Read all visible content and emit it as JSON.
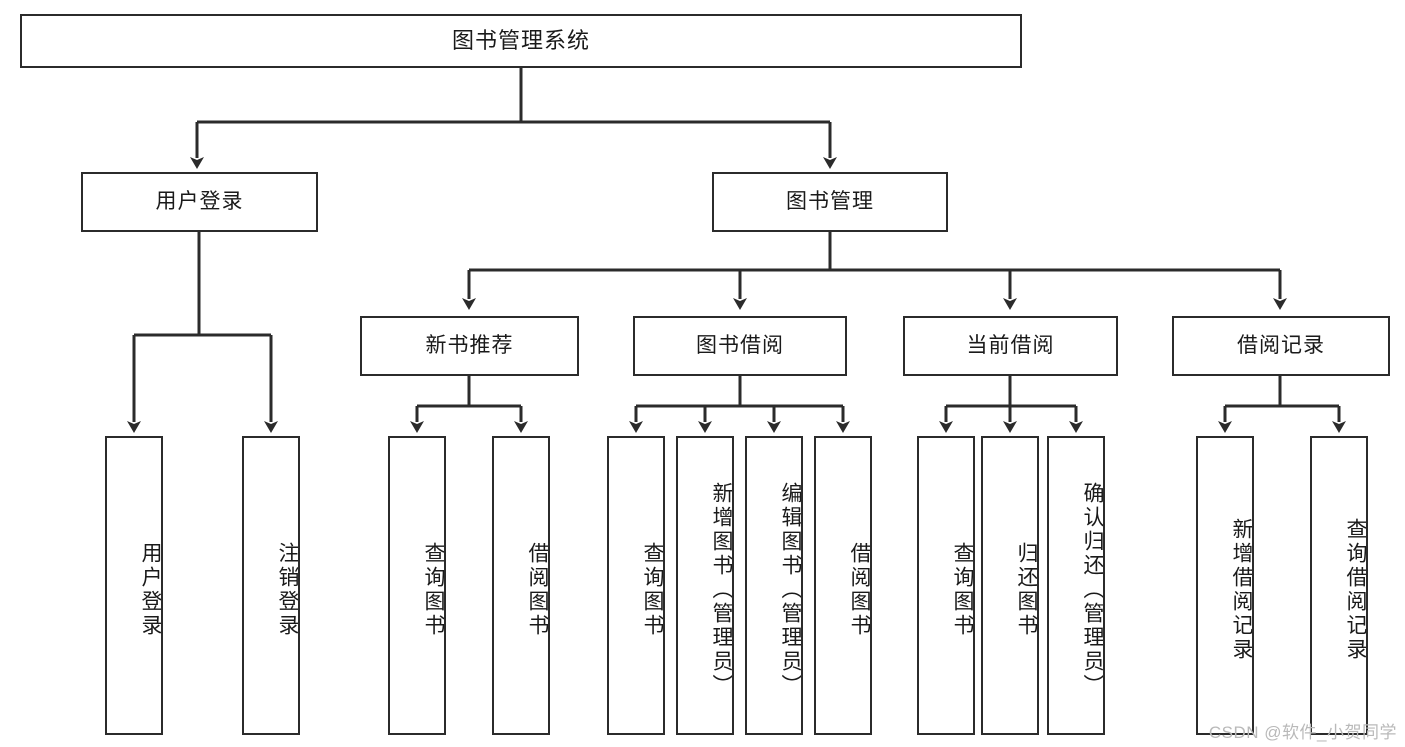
{
  "diagram": {
    "type": "tree-hierarchy-flowchart",
    "title": "图书管理系统",
    "orientation": "top-down",
    "colors": {
      "box_border": "#2b2b2b",
      "box_fill": "#ffffff",
      "connector": "#2b2b2b",
      "background": "#ffffff",
      "watermark": "#b9b9b9"
    },
    "root": {
      "label": "图书管理系统"
    },
    "level2": [
      {
        "label": "用户登录"
      },
      {
        "label": "图书管理"
      }
    ],
    "level3": [
      {
        "label": "新书推荐"
      },
      {
        "label": "图书借阅"
      },
      {
        "label": "当前借阅"
      },
      {
        "label": "借阅记录"
      }
    ],
    "leaves": {
      "user_login": [
        {
          "label": "用户登录"
        },
        {
          "label": "注销登录"
        }
      ],
      "new_book_recommend": [
        {
          "label": "查询图书"
        },
        {
          "label": "借阅图书"
        }
      ],
      "book_borrow": [
        {
          "label": "查询图书"
        },
        {
          "label": "新增图书（管理员）"
        },
        {
          "label": "编辑图书（管理员）"
        },
        {
          "label": "借阅图书"
        }
      ],
      "current_borrow": [
        {
          "label": "查询图书"
        },
        {
          "label": "归还图书"
        },
        {
          "label": "确认归还（管理员）"
        }
      ],
      "borrow_record": [
        {
          "label": "新增借阅记录"
        },
        {
          "label": "查询借阅记录"
        }
      ]
    }
  },
  "watermark": {
    "text": "CSDN @软件_小贺同学"
  }
}
